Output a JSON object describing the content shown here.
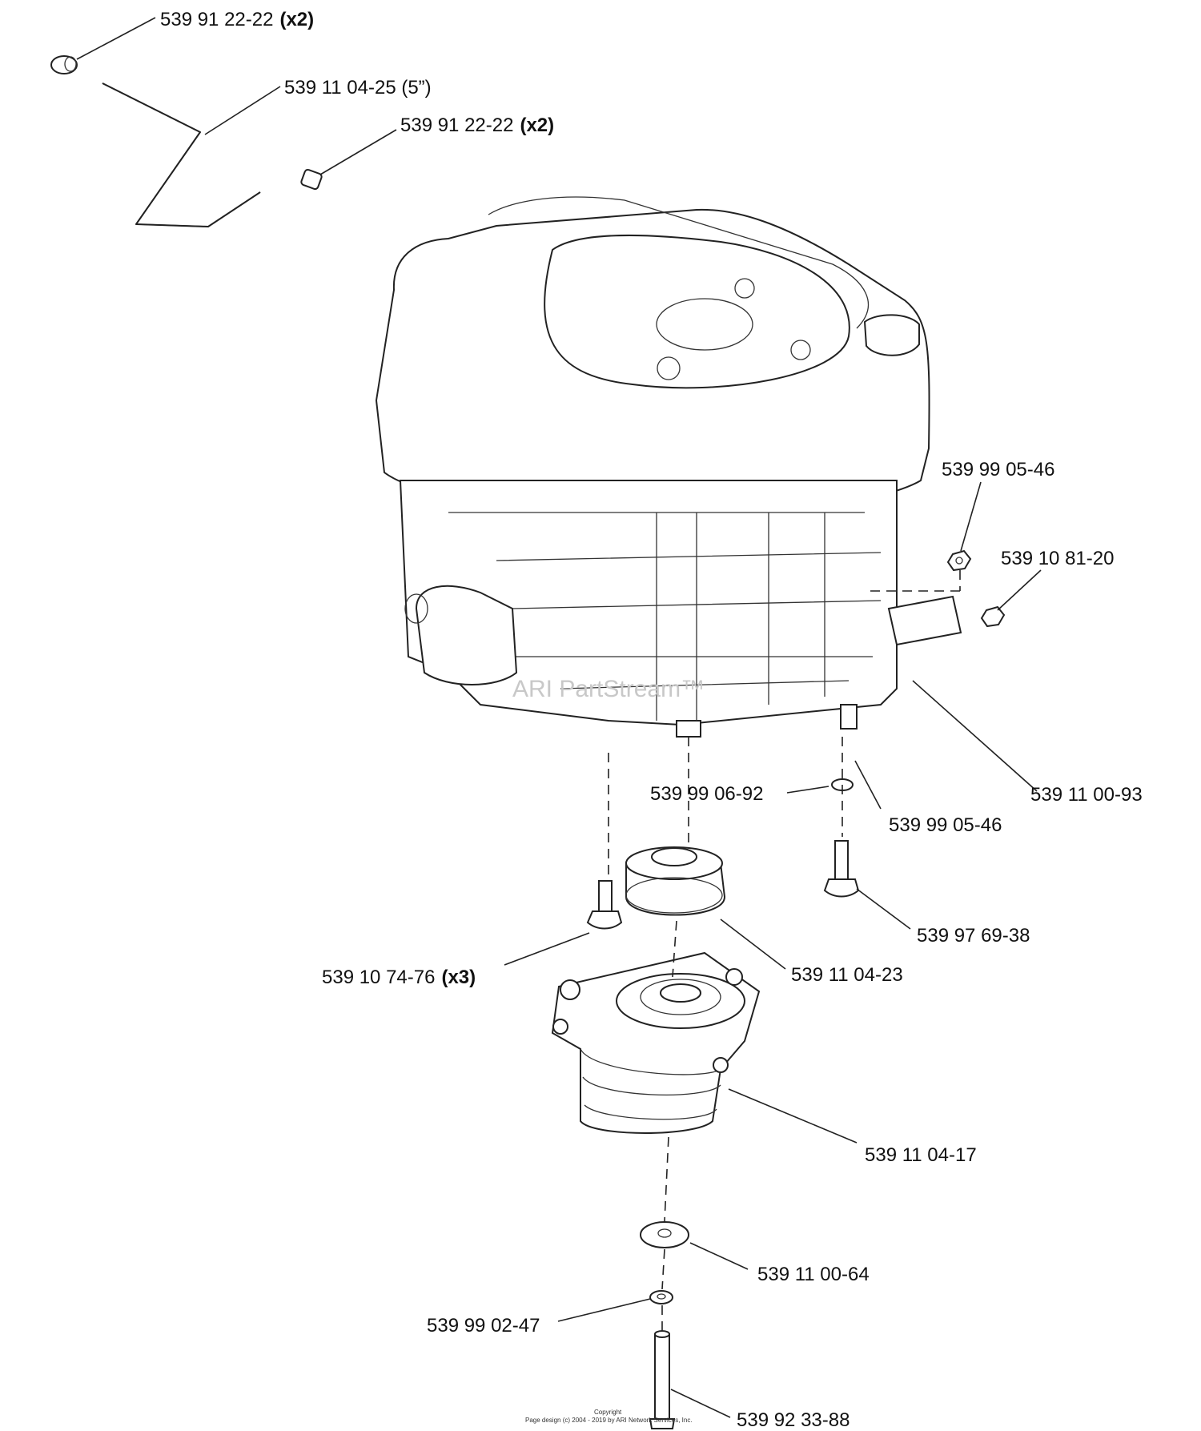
{
  "watermark": "ARI PartStream™",
  "copyright": {
    "line1": "Copyright",
    "line2": "Page design (c) 2004 - 2019 by ARI Network Services, Inc."
  },
  "callouts": [
    {
      "id": "c1",
      "part": "539 91 22-22",
      "qty": "(x2)"
    },
    {
      "id": "c2",
      "part": "539 11 04-25 (5”)",
      "qty": ""
    },
    {
      "id": "c3",
      "part": "539 91 22-22",
      "qty": "(x2)"
    },
    {
      "id": "c4",
      "part": "539 99 05-46",
      "qty": ""
    },
    {
      "id": "c5",
      "part": "539 10 81-20",
      "qty": ""
    },
    {
      "id": "c6",
      "part": "539 11 00-93",
      "qty": ""
    },
    {
      "id": "c7",
      "part": "539 99 06-92",
      "qty": ""
    },
    {
      "id": "c8",
      "part": "539 99 05-46",
      "qty": ""
    },
    {
      "id": "c9",
      "part": "539 97 69-38",
      "qty": ""
    },
    {
      "id": "c10",
      "part": "539 10 74-76",
      "qty": "(x3)"
    },
    {
      "id": "c11",
      "part": "539 11 04-23",
      "qty": ""
    },
    {
      "id": "c12",
      "part": "539 11 04-17",
      "qty": ""
    },
    {
      "id": "c13",
      "part": "539 11 00-64",
      "qty": ""
    },
    {
      "id": "c14",
      "part": "539 99 02-47",
      "qty": ""
    },
    {
      "id": "c15",
      "part": "539 92 33-88",
      "qty": ""
    }
  ]
}
